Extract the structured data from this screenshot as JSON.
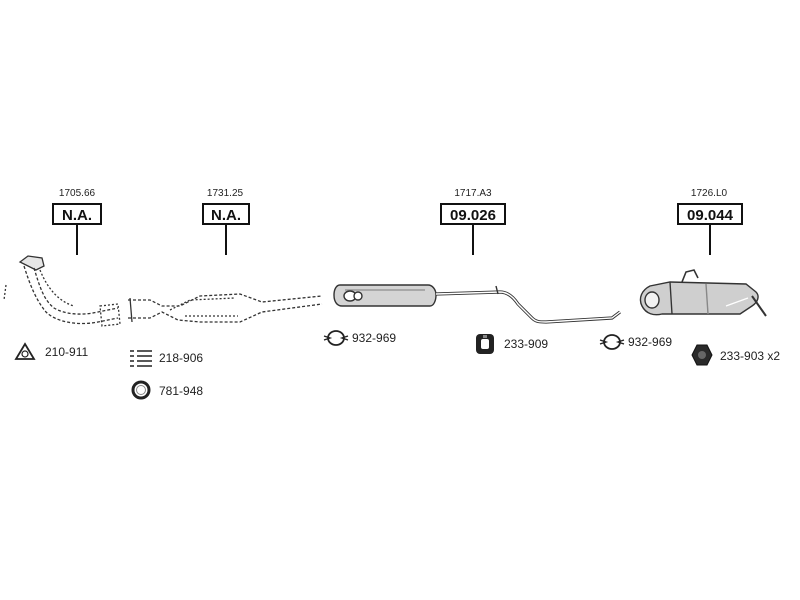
{
  "sections": [
    {
      "ref": "1705.66",
      "price": "N.A."
    },
    {
      "ref": "1731.25",
      "price": "N.A."
    },
    {
      "ref": "1717.A3",
      "price": "09.026"
    },
    {
      "ref": "1726.L0",
      "price": "09.044"
    }
  ],
  "accessories": [
    {
      "code": "210-911",
      "icon": "triangle-gasket-icon"
    },
    {
      "code": "218-906",
      "icon": "bolt-set-icon"
    },
    {
      "code": "781-948",
      "icon": "ring-gasket-icon"
    },
    {
      "code": "932-969",
      "icon": "clamp-icon"
    },
    {
      "code": "233-909",
      "icon": "rubber-mount-icon"
    },
    {
      "code": "932-969",
      "icon": "clamp-icon"
    },
    {
      "code": "233-903 x2",
      "icon": "hex-nut-icon"
    }
  ]
}
